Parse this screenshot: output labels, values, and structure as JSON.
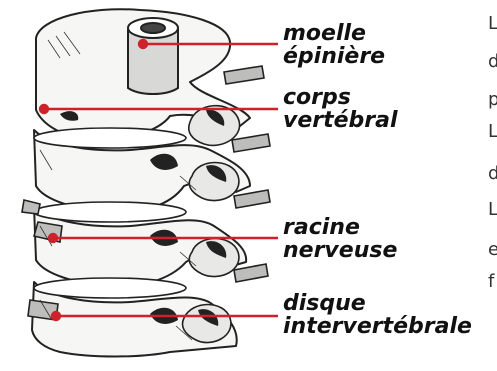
{
  "labels": [
    {
      "id": "moelle",
      "line1": "moelle",
      "line2": "épinière"
    },
    {
      "id": "corps",
      "line1": "corps",
      "line2": "vertébral"
    },
    {
      "id": "racine",
      "line1": "racine",
      "line2": "nerveuse"
    },
    {
      "id": "disque",
      "line1": "disque",
      "line2": "intervertébrale"
    }
  ],
  "side_letters": [
    "L",
    "d",
    "p",
    "L",
    "d",
    "L",
    "e",
    "f"
  ],
  "colors": {
    "leader": "#d0202a",
    "ink": "#222222",
    "bone": "#f4f4f2"
  }
}
